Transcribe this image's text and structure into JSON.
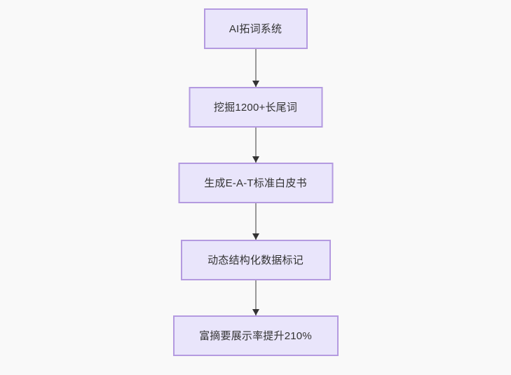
{
  "diagram": {
    "type": "flowchart",
    "orientation": "top-to-bottom",
    "background_color": "#f9f9f9",
    "node_fill_color": "#e9e5fb",
    "node_border_color": "#b49ae0",
    "node_text_color": "#333333",
    "edge_line_color": "#999999",
    "edge_arrow_color": "#333333",
    "nodes": [
      {
        "id": "node-1",
        "label": "AI拓词系统"
      },
      {
        "id": "node-2",
        "label": "挖掘1200+长尾词"
      },
      {
        "id": "node-3",
        "label": "生成E-A-T标准白皮书"
      },
      {
        "id": "node-4",
        "label": "动态结构化数据标记"
      },
      {
        "id": "node-5",
        "label": "富摘要展示率提升210%"
      }
    ],
    "edges": [
      {
        "id": "edge-1",
        "from": "node-1",
        "to": "node-2",
        "arrow": "arrow-down-icon"
      },
      {
        "id": "edge-2",
        "from": "node-2",
        "to": "node-3",
        "arrow": "arrow-down-icon"
      },
      {
        "id": "edge-3",
        "from": "node-3",
        "to": "node-4",
        "arrow": "arrow-down-icon"
      },
      {
        "id": "edge-4",
        "from": "node-4",
        "to": "node-5",
        "arrow": "arrow-down-icon"
      }
    ]
  }
}
